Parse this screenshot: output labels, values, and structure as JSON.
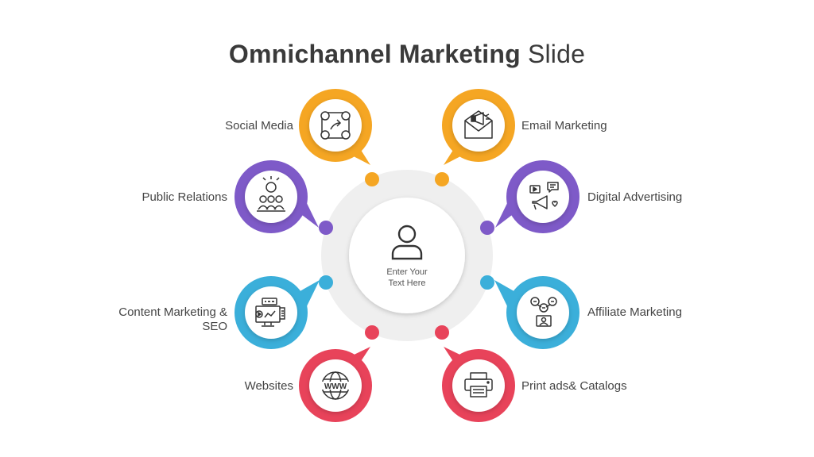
{
  "title": {
    "bold": "Omnichannel Marketing",
    "light": "Slide"
  },
  "center": {
    "icon": "user-icon",
    "text_line1": "Enter Your",
    "text_line2": "Text Here"
  },
  "colors": {
    "orange": "#F5A623",
    "purple": "#7E5AC8",
    "blue": "#3BAFDA",
    "red": "#E8435A",
    "ring": "#EFEFEF",
    "icon_stroke": "#333333"
  },
  "items": [
    {
      "label": "Social Media",
      "icon": "social-share-icon",
      "color": "orange"
    },
    {
      "label": "Email Marketing",
      "icon": "email-megaphone-icon",
      "color": "orange"
    },
    {
      "label": "Public Relations",
      "icon": "public-relations-icon",
      "color": "purple"
    },
    {
      "label": "Digital Advertising",
      "icon": "digital-advertising-icon",
      "color": "purple"
    },
    {
      "label": "Content Marketing &",
      "label2": "SEO",
      "icon": "seo-monitor-icon",
      "color": "blue"
    },
    {
      "label": "Affiliate Marketing",
      "icon": "affiliate-network-icon",
      "color": "blue"
    },
    {
      "label": "Websites",
      "icon": "www-globe-icon",
      "color": "red"
    },
    {
      "label": "Print ads& Catalogs",
      "icon": "printer-icon",
      "color": "red"
    }
  ]
}
